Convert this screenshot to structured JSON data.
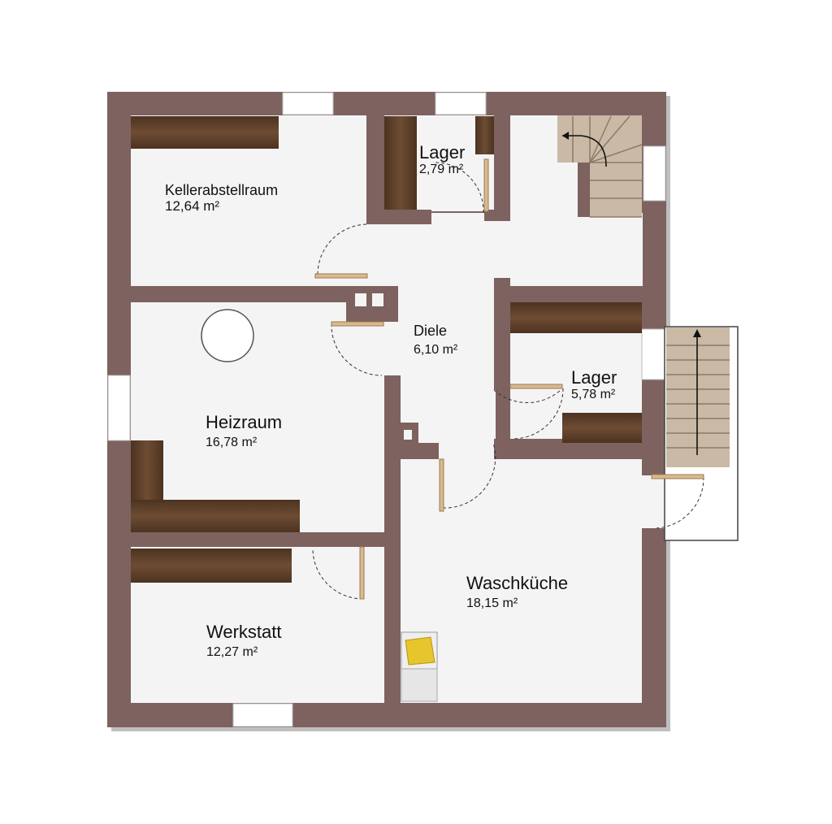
{
  "rooms": {
    "kellerabstellraum": {
      "name": "Kellerabstellraum",
      "area": "12,64 m²"
    },
    "lager_top": {
      "name": "Lager",
      "area": "2,79 m²"
    },
    "diele": {
      "name": "Diele",
      "area": "6,10 m²"
    },
    "lager_right": {
      "name": "Lager",
      "area": "5,78 m²"
    },
    "heizraum": {
      "name": "Heizraum",
      "area": "16,78 m²"
    },
    "waschkueche": {
      "name": "Waschküche",
      "area": "18,15 m²"
    },
    "werkstatt": {
      "name": "Werkstatt",
      "area": "12,27 m²"
    }
  },
  "colors": {
    "wall": "#7d6260",
    "floor": "#f4f4f4",
    "shelf": "#5a3f2a",
    "stair": "#c9b9a5",
    "door": "#d9b98f",
    "tank": "#e7c52c"
  },
  "icons": [
    "oil-tank-icon",
    "staircase-icon",
    "door-swing-icon"
  ]
}
